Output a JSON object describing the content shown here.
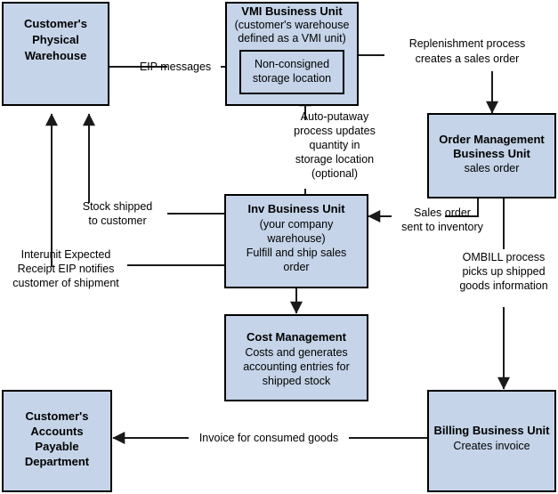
{
  "diagram": {
    "title": "VMI non-consigned inventory process flow",
    "colors": {
      "box_fill": "#c5d4e8",
      "box_stroke": "#000000",
      "line": "#1a1a1a",
      "background": "#ffffff",
      "text": "#000000"
    },
    "nodes": {
      "customer_warehouse": {
        "title_lines": [
          "Customer's",
          "Physical",
          "Warehouse"
        ],
        "line1": "Customer's",
        "line2": "Physical",
        "line3": "Warehouse"
      },
      "vmi_business_unit": {
        "title": "VMI Business Unit",
        "sub1": "(customer's warehouse",
        "sub2": "defined as a VMI unit)",
        "inner": {
          "line1": "Non-consigned",
          "line2": "storage location"
        }
      },
      "order_management": {
        "title1": "Order Management",
        "title2": "Business Unit",
        "sub1": "sales order"
      },
      "inv_business_unit": {
        "title": "Inv Business Unit",
        "sub1": "(your company",
        "sub2": "warehouse)",
        "sub3": "Fulfill and ship sales",
        "sub4": "order"
      },
      "cost_management": {
        "title": "Cost Management",
        "sub1": "Costs and generates",
        "sub2": "accounting entries for",
        "sub3": "shipped stock"
      },
      "billing_business_unit": {
        "title": "Billing Business Unit",
        "sub1": "Creates invoice"
      },
      "customer_ap": {
        "line1": "Customer's",
        "line2": "Accounts",
        "line3": "Payable",
        "line4": "Department"
      }
    },
    "edge_labels": {
      "eip_messages": "EIP messages",
      "replenishment_1": "Replenishment process",
      "replenishment_2": "creates a sales order",
      "auto_putaway_1": "Auto-putaway",
      "auto_putaway_2": "process updates",
      "auto_putaway_3": "quantity in",
      "auto_putaway_4": "storage location",
      "auto_putaway_5": "(optional)",
      "sales_order_1": "Sales order",
      "sales_order_2": "sent to inventory",
      "stock_shipped_1": "Stock shipped",
      "stock_shipped_2": "to customer",
      "interunit_1": "Interunit Expected",
      "interunit_2": "Receipt EIP notifies",
      "interunit_3": "customer of shipment",
      "ombill_1": "OMBILL process",
      "ombill_2": "picks up shipped",
      "ombill_3": "goods information",
      "invoice": "Invoice for consumed goods"
    }
  }
}
